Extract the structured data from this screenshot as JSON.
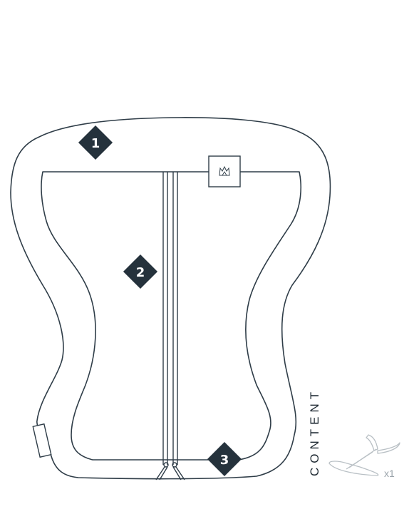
{
  "callouts": [
    {
      "number": "1"
    },
    {
      "number": "2"
    },
    {
      "number": "3"
    }
  ],
  "content": {
    "label": "CONTENT",
    "quantity": "x1"
  },
  "icons": {
    "brand_patch": "crown-logo-icon",
    "content_item": "hydrofoil-icon"
  },
  "colors": {
    "outline": "#2f3d48",
    "marker": "#25323c",
    "content_icon": "#b9c0c5"
  }
}
